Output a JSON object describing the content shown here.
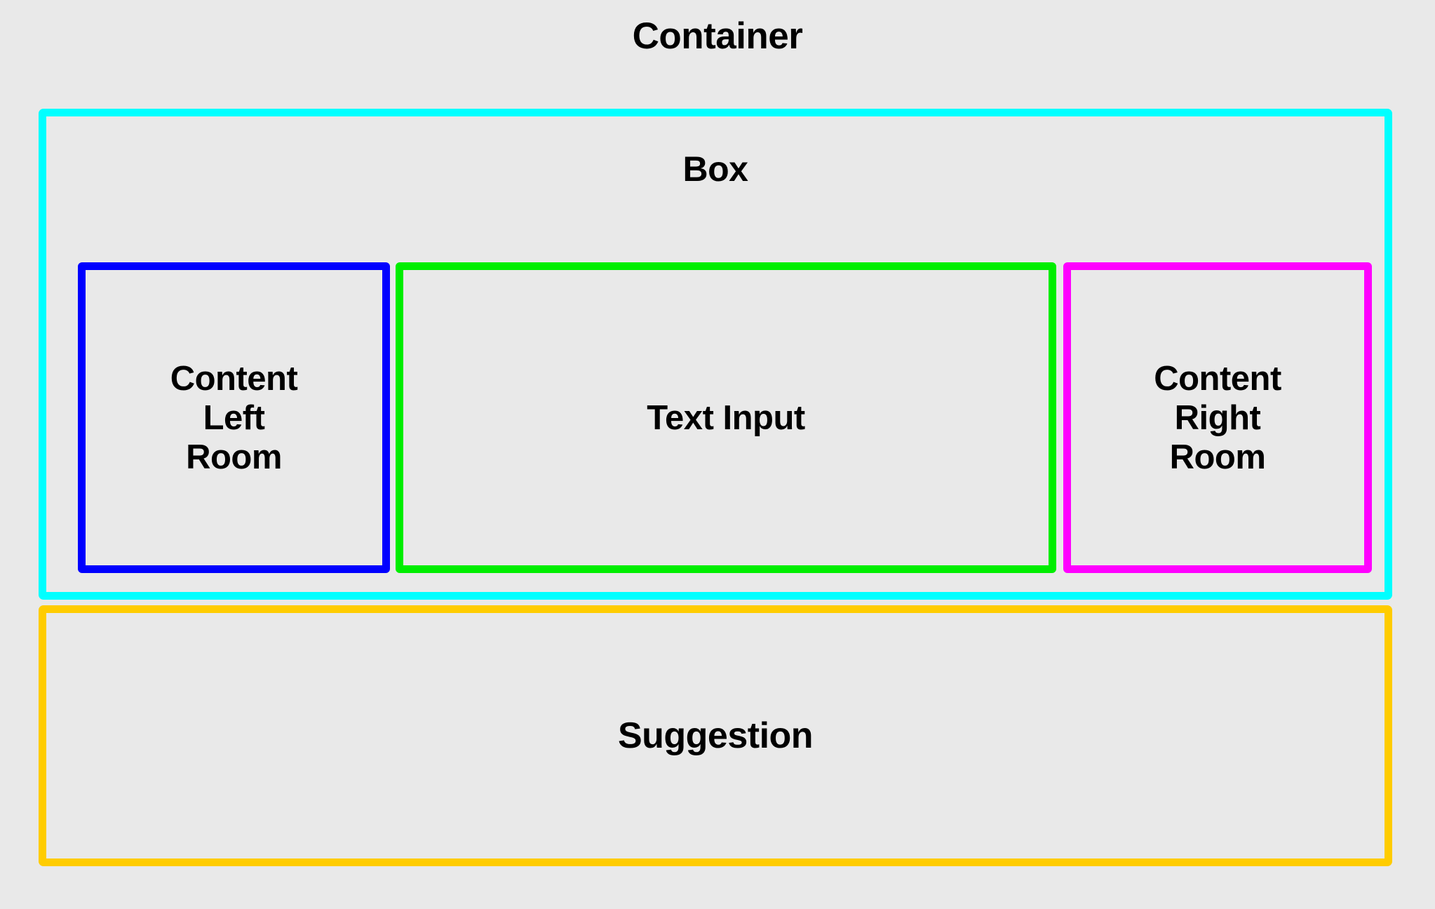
{
  "page": {
    "background_color": "#e9e9e9",
    "text_color": "#000000"
  },
  "container": {
    "title": "Container"
  },
  "box": {
    "title": "Box",
    "border_color": "#00ffff",
    "panels": [
      {
        "name": "content-left-room",
        "label": "Content\nLeft\nRoom",
        "border_color": "#0000ff"
      },
      {
        "name": "text-input",
        "label": "Text Input",
        "border_color": "#00ee00"
      },
      {
        "name": "content-right-room",
        "label": "Content\nRight\nRoom",
        "border_color": "#ff00ff"
      }
    ]
  },
  "suggestion": {
    "title": "Suggestion",
    "border_color": "#ffcc00"
  }
}
